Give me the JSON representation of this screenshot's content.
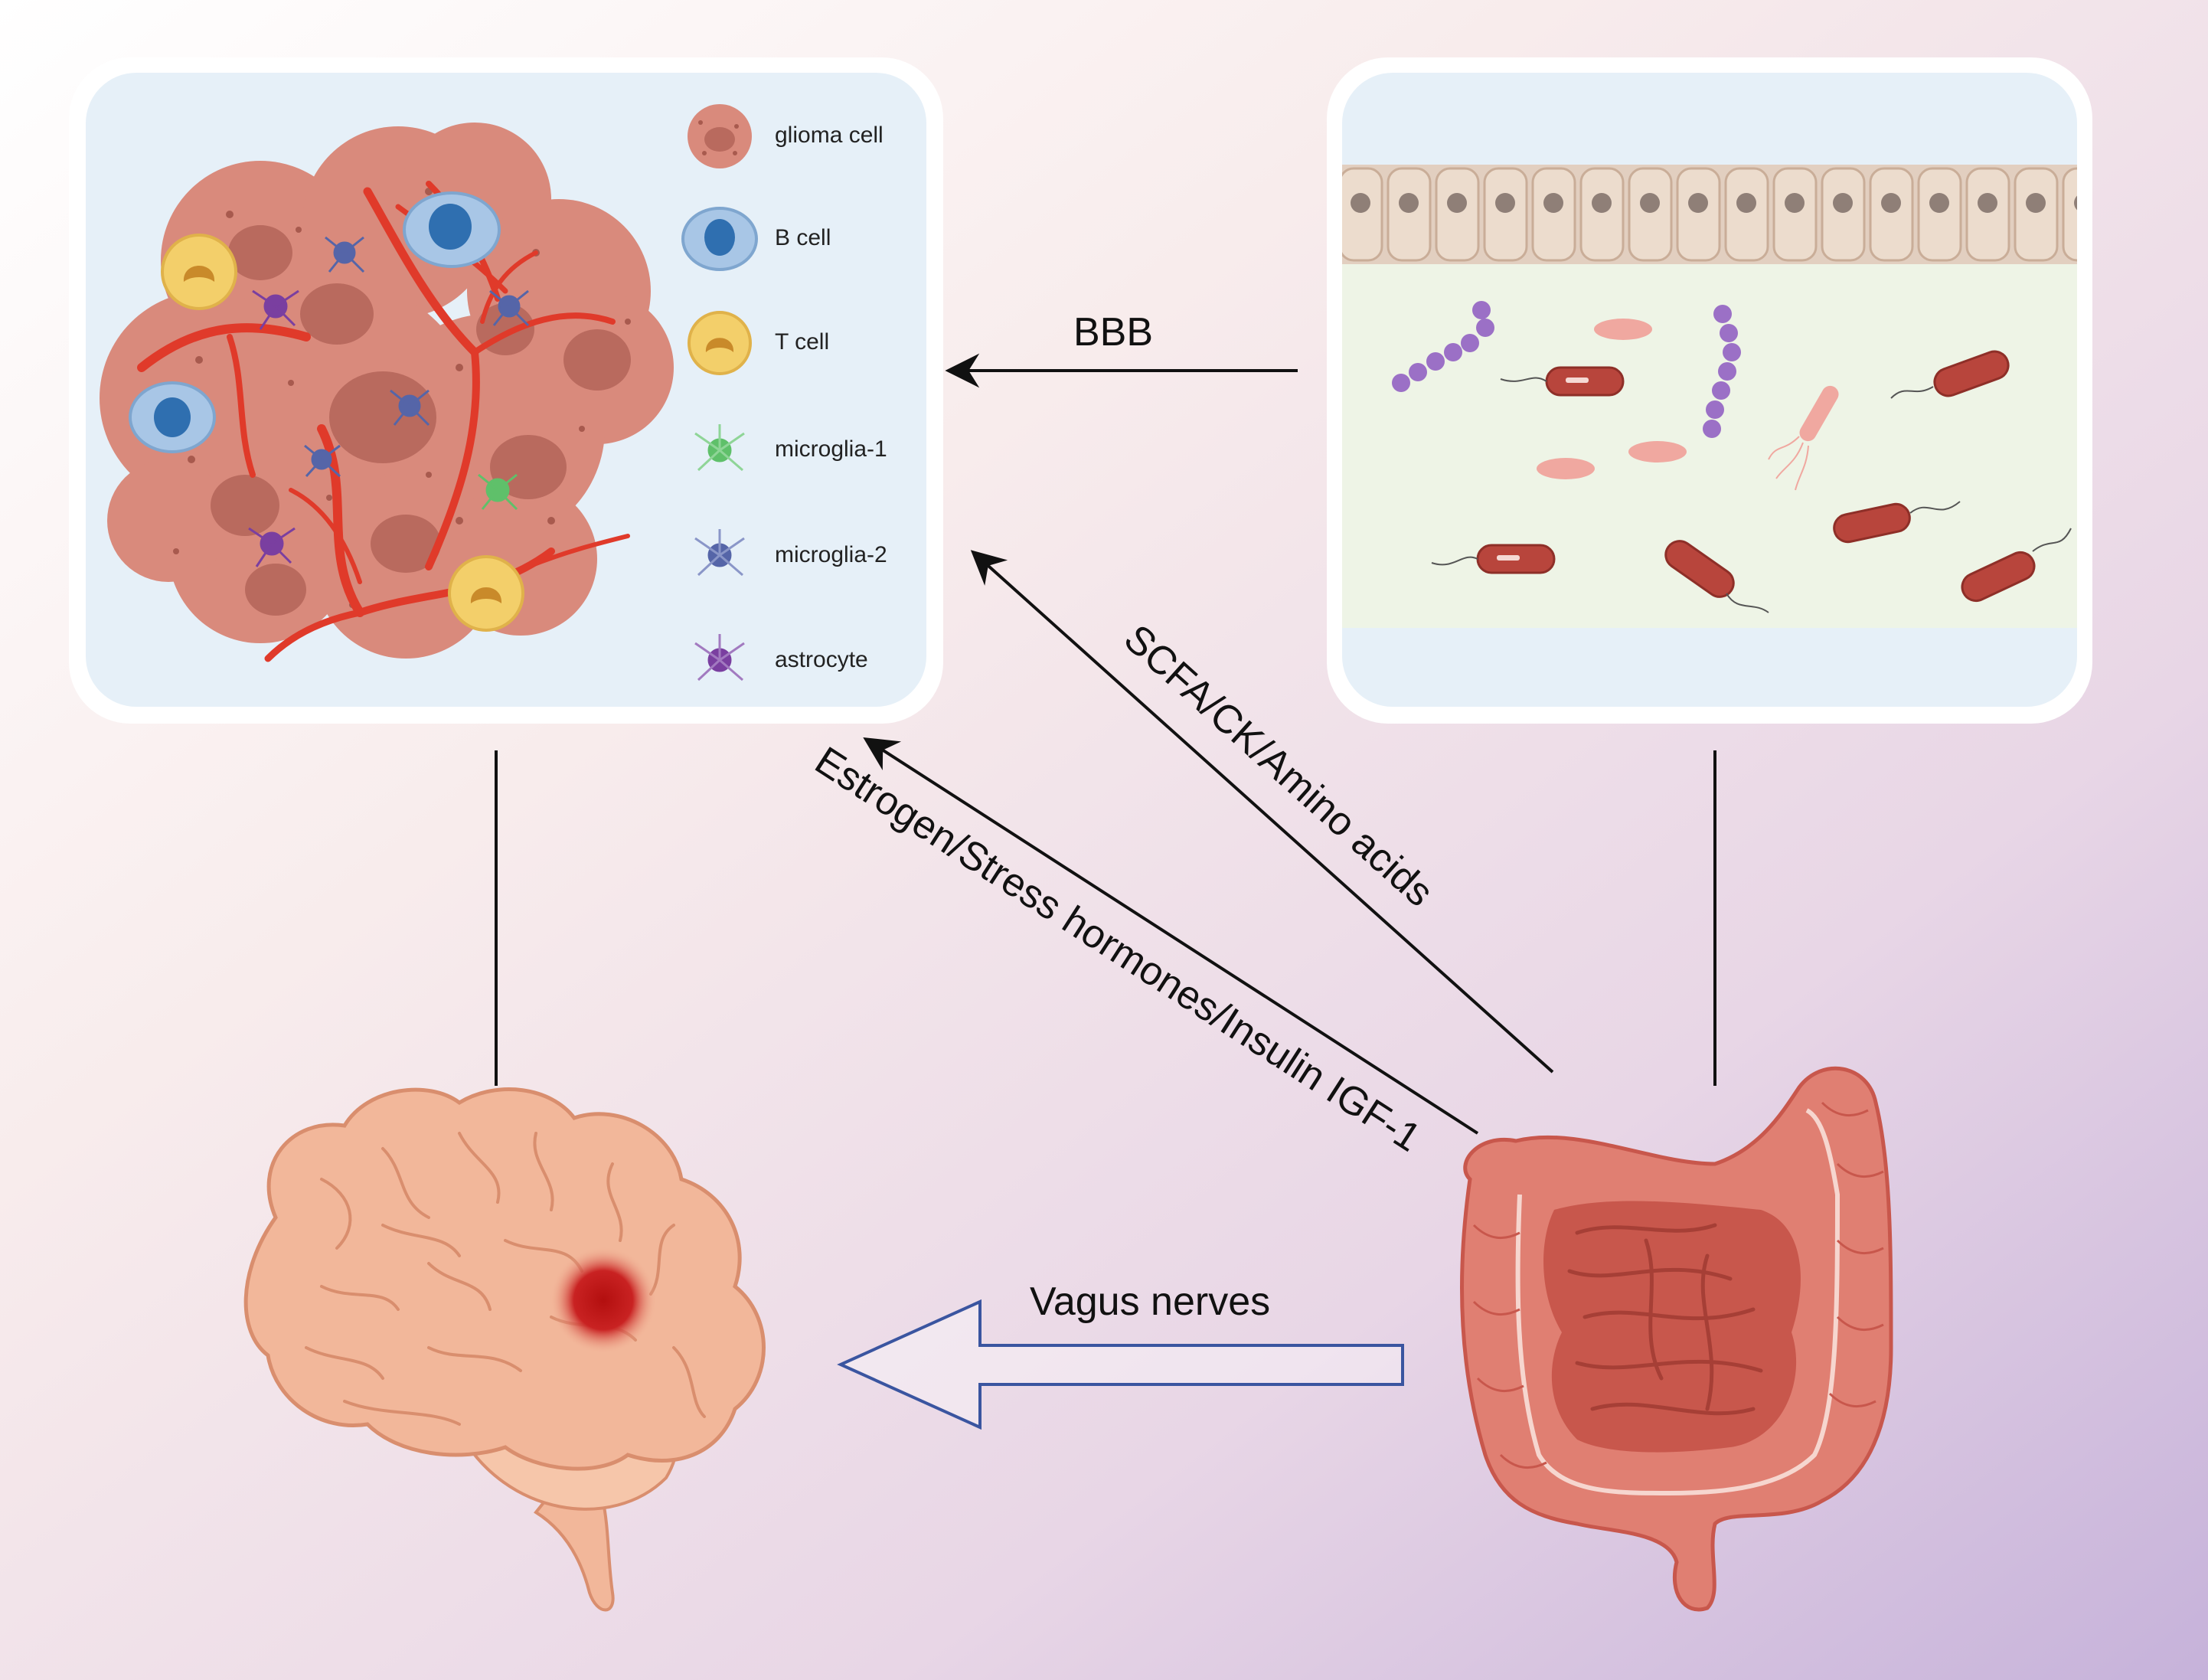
{
  "legend": {
    "items": [
      {
        "key": "glioma",
        "label": "glioma cell",
        "icon": "glioma-cell-icon",
        "color": "#d98a7c"
      },
      {
        "key": "bcell",
        "label": "B cell",
        "icon": "b-cell-icon",
        "color": "#a8c6e6"
      },
      {
        "key": "tcell",
        "label": "T cell",
        "icon": "t-cell-icon",
        "color": "#f3cf6a"
      },
      {
        "key": "microglia1",
        "label": "microglia-1",
        "icon": "microglia-1-icon",
        "color": "#5fc06a"
      },
      {
        "key": "microglia2",
        "label": "microglia-2",
        "icon": "microglia-2-icon",
        "color": "#5565a8"
      },
      {
        "key": "astrocyte",
        "label": "astrocyte",
        "icon": "astrocyte-icon",
        "color": "#7a3fa0"
      }
    ]
  },
  "arrows": {
    "bbb": "BBB",
    "scfa": "SCFA/CK/Amino acids",
    "estrogen": "Estrogen/Stress hormones/Insulin IGF-1",
    "vagus": "Vagus nerves"
  },
  "colors": {
    "panel_bg": "#e6f0f8",
    "tumor": "#d98a7c",
    "vessel": "#e03a2a",
    "gut_bg": "#eef4e6",
    "bacteria_rod": "#b8453c",
    "bacteria_coccus": "#9b70c6",
    "vagus_arrow": "#3a55a0",
    "brain": "#f2b79a",
    "intestine": "#d9675c"
  }
}
